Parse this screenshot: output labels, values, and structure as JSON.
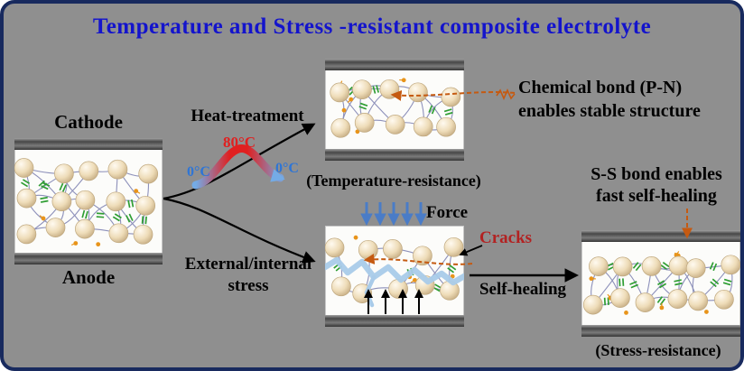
{
  "title": "Temperature and Stress -resistant composite electrolyte",
  "left_cell": {
    "cathode_label": "Cathode",
    "anode_label": "Anode"
  },
  "heat_branch": {
    "arrow_label": "Heat-treatment",
    "temp_left": "0°C",
    "temp_peak": "80°C",
    "temp_right": "0°C",
    "result_label": "(Temperature-resistance)"
  },
  "stress_branch": {
    "arrow_label_line1": "External/internal",
    "arrow_label_line2": "stress",
    "force_label": "Force",
    "cracks_label": "Cracks",
    "self_healing_label": "Self-healing",
    "result_label": "(Stress-resistance)"
  },
  "annotations": {
    "chemical_bond_line1": "Chemical bond (P-N)",
    "chemical_bond_line2": "enables stable structure",
    "ss_bond_line1": "S-S bond enables",
    "ss_bond_line2": "fast self-healing"
  },
  "colors": {
    "background": "#8f8f8f",
    "border": "#182a5e",
    "title_text": "#1414cc",
    "hot_temperature": "#e02020",
    "cold_temperature": "#2e75d6",
    "cracks_text": "#b22222",
    "dashed_bond_arrow": "#c55a11",
    "force_arrow": "#4a7cc7",
    "crack_fill": "#a9cbe9",
    "sphere_fill": "#eedcb8",
    "network_line": "#8d90ba",
    "crosslink_green": "#2f9e33",
    "dopant_orange": "#e8941a"
  }
}
